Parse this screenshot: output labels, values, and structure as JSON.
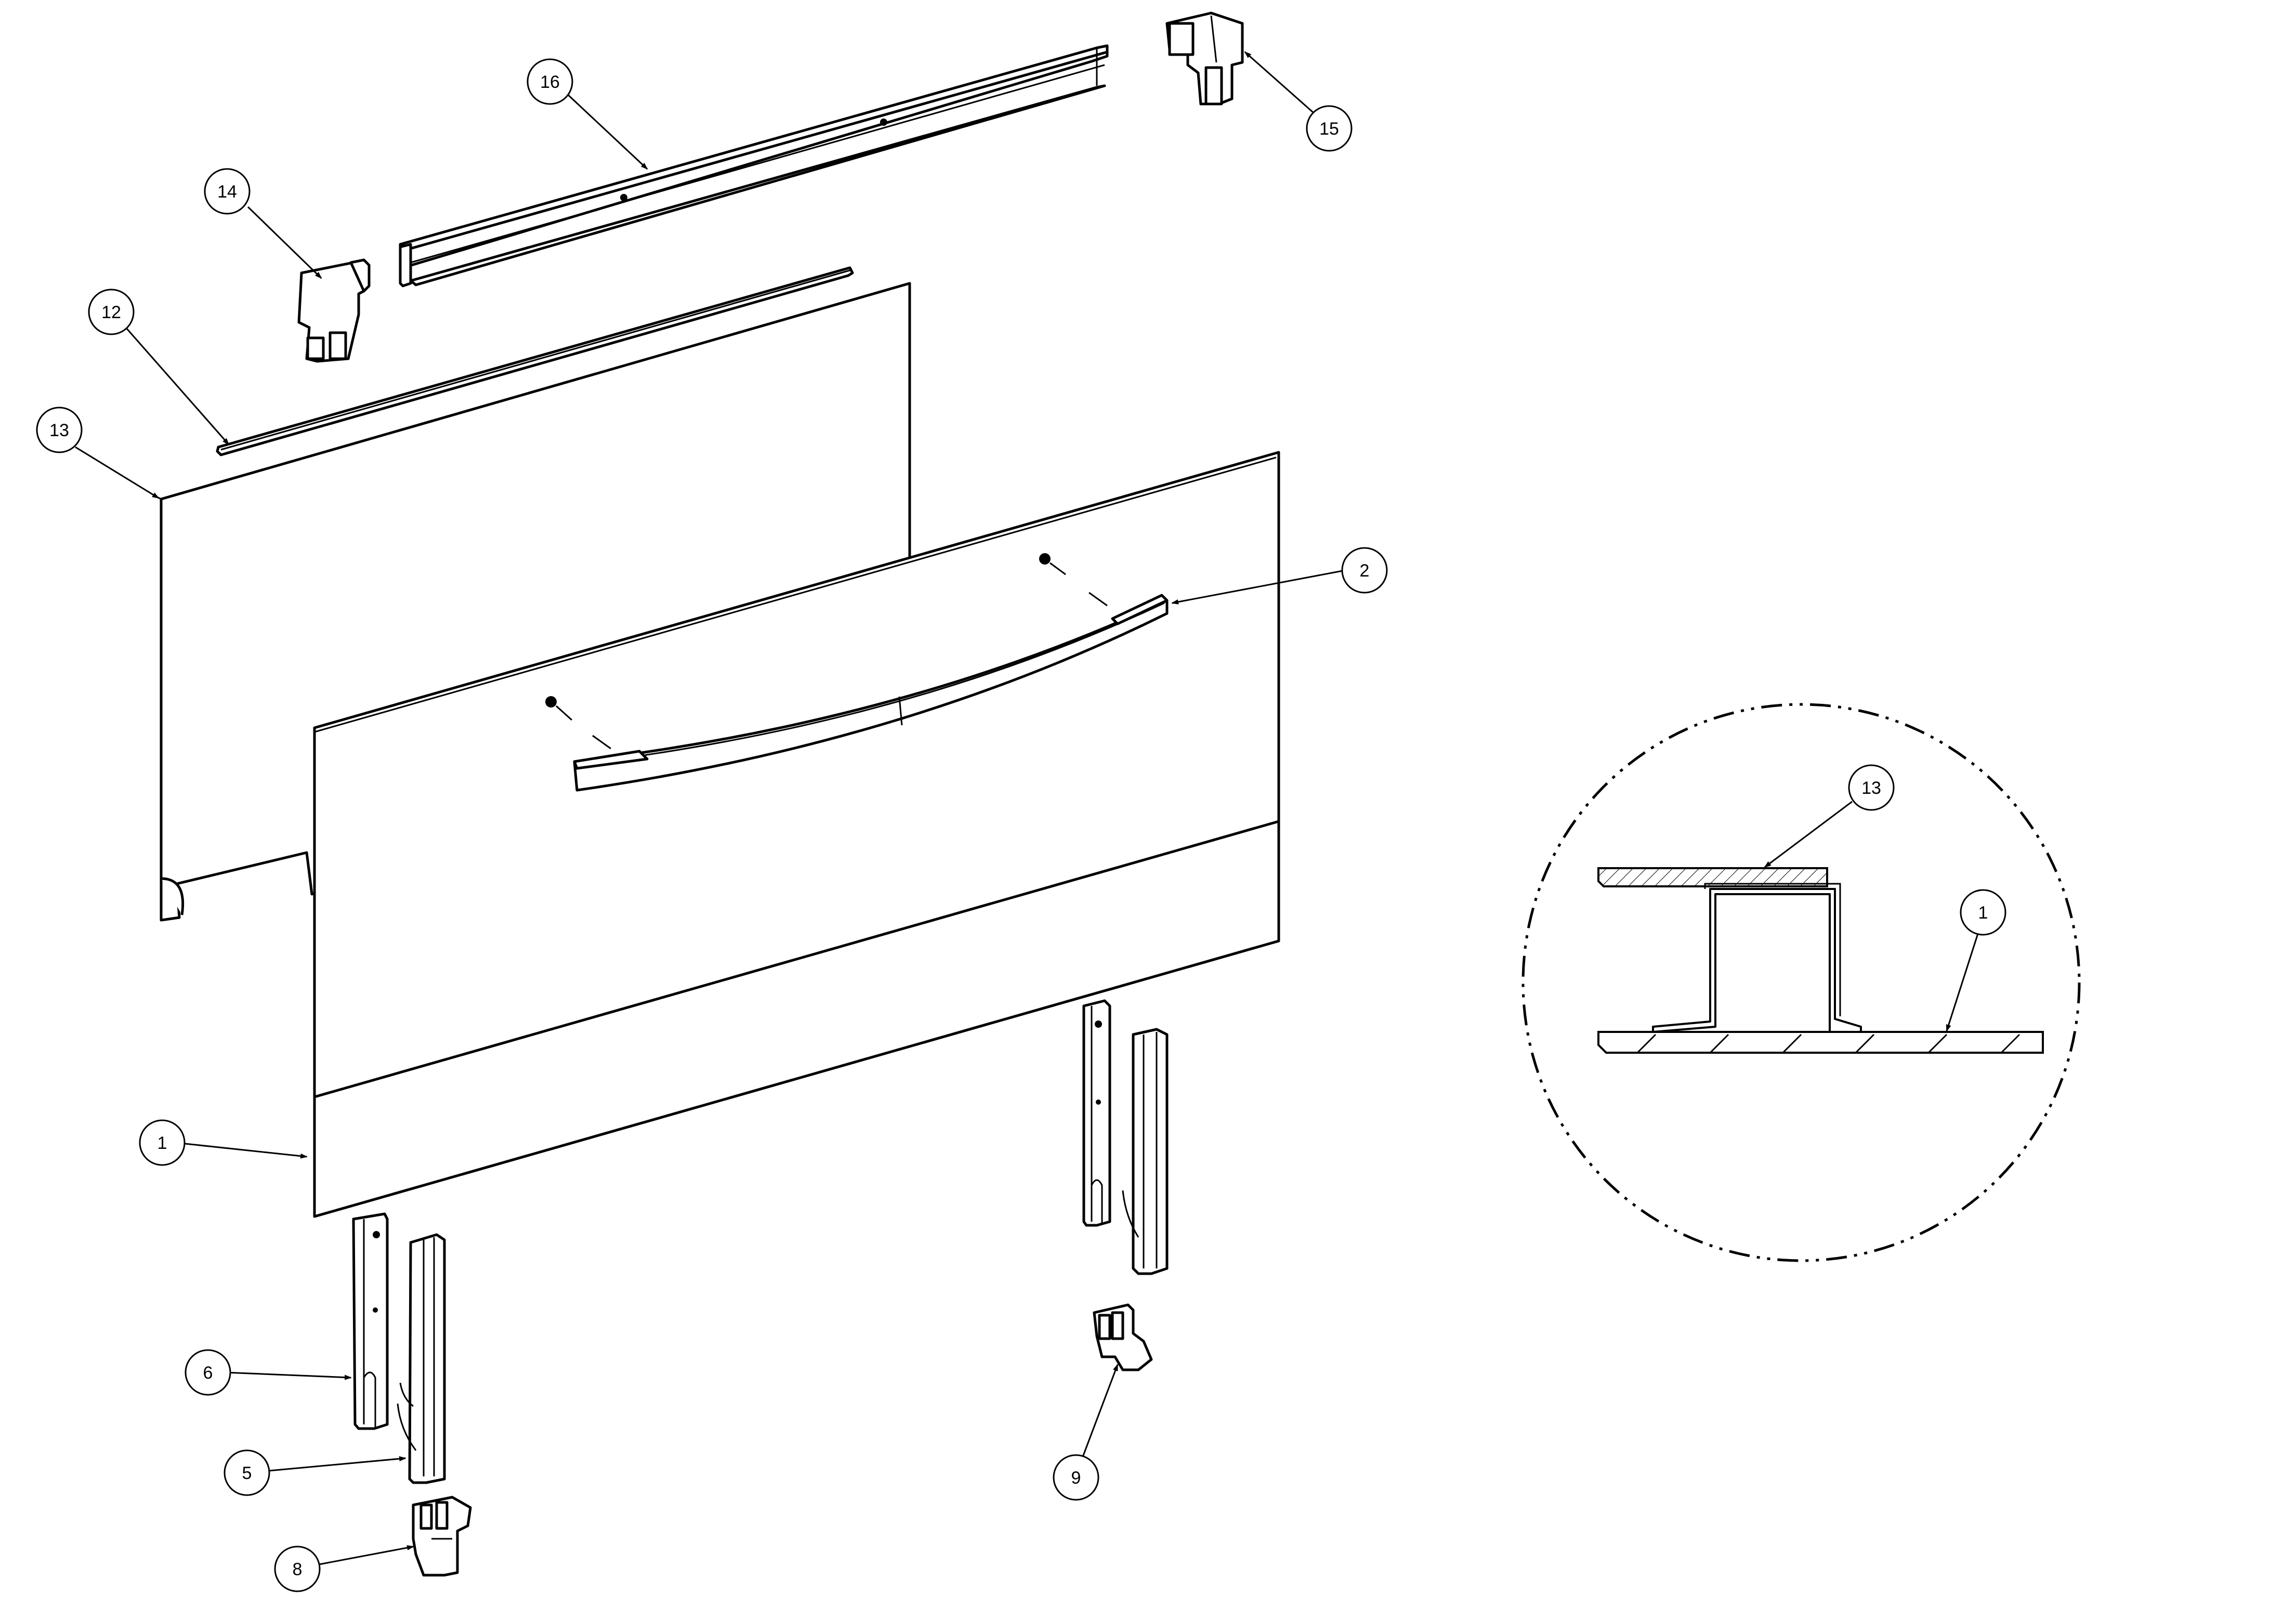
{
  "callouts": {
    "c1": "1",
    "c2": "2",
    "c5": "5",
    "c6": "6",
    "c8": "8",
    "c9": "9",
    "c12": "12",
    "c13": "13",
    "c14": "14",
    "c15": "15",
    "c16": "16",
    "detail_13": "13",
    "detail_1": "1"
  }
}
